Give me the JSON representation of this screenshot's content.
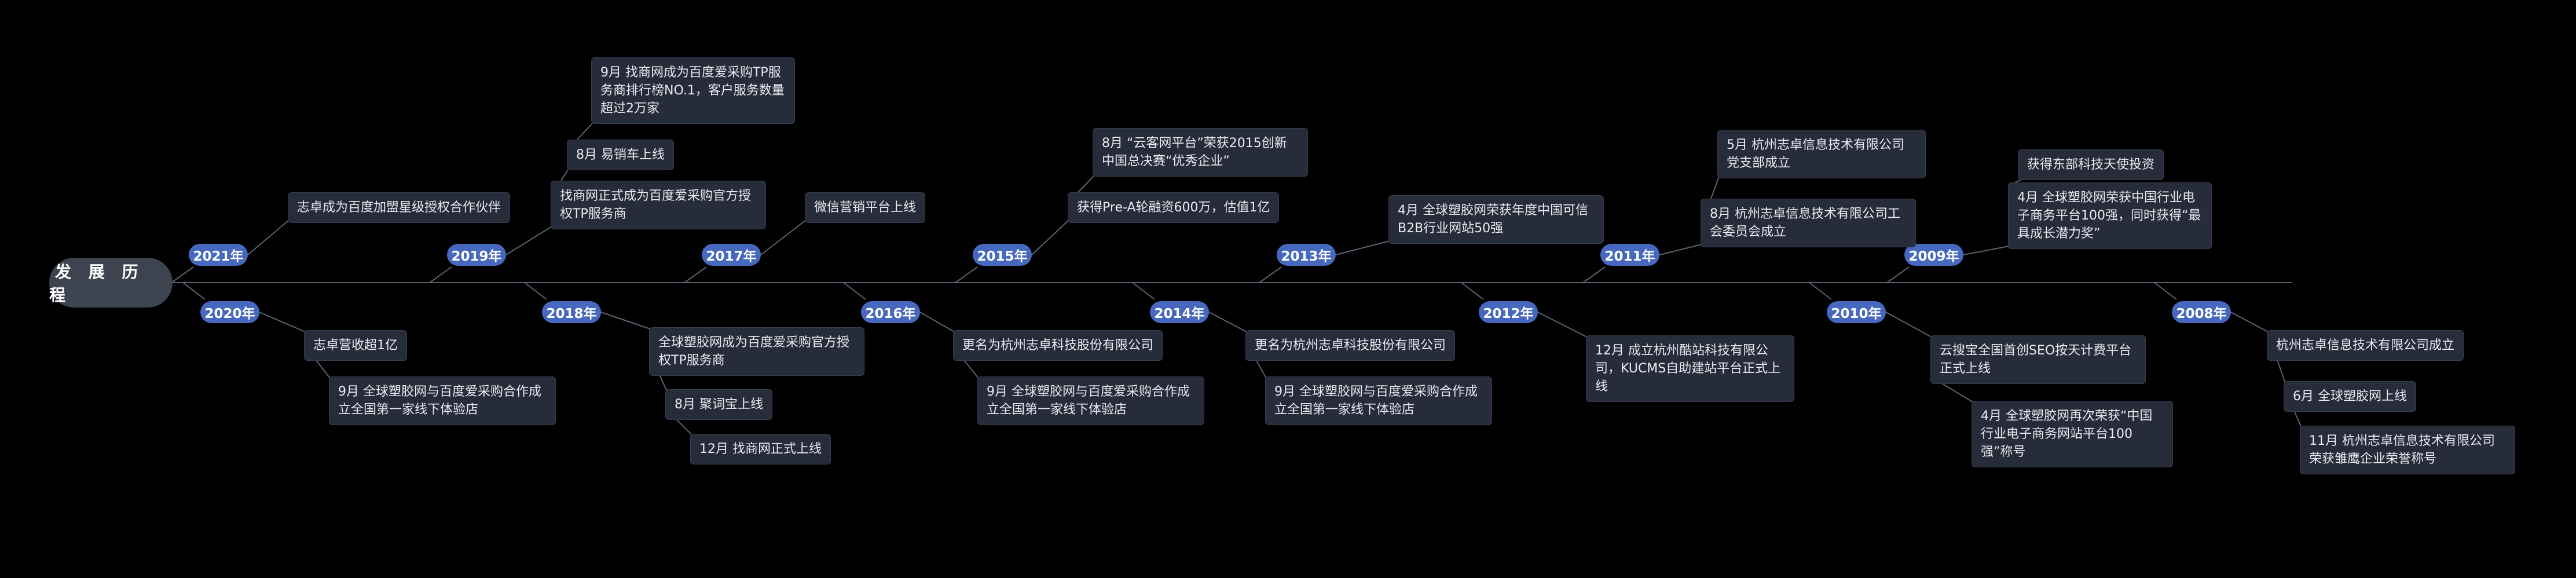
{
  "root": {
    "label": "发 展 历 程"
  },
  "colors": {
    "background": "#000000",
    "year_node": "#4668bf",
    "milestone_bg": "#272c3a",
    "connector": "#5b6170",
    "root_node_bg": "#3d4450",
    "text": "#ffffff"
  },
  "timeline": {
    "years": [
      {
        "label": "2021年",
        "items": [
          {
            "text": "志卓成为百度加盟星级授权合作伙伴"
          }
        ]
      },
      {
        "label": "2020年",
        "items": [
          {
            "text": "志卓营收超1亿"
          },
          {
            "text": "9月 全球塑胶网与百度爱采购合作成立全国第一家线下体验店"
          }
        ]
      },
      {
        "label": "2019年",
        "items": [
          {
            "text": "找商网正式成为百度爱采购官方授权TP服务商"
          },
          {
            "text": "8月 易销车上线"
          },
          {
            "text": "9月 找商网成为百度爱采购TP服务商排行榜NO.1，客户服务数量超过2万家"
          }
        ]
      },
      {
        "label": "2018年",
        "items": [
          {
            "text": "全球塑胶网成为百度爱采购官方授权TP服务商"
          },
          {
            "text": "8月 聚词宝上线"
          },
          {
            "text": "12月 找商网正式上线"
          }
        ]
      },
      {
        "label": "2017年",
        "items": [
          {
            "text": "微信营销平台上线"
          }
        ]
      },
      {
        "label": "2016年",
        "items": [
          {
            "text": "更名为杭州志卓科技股份有限公司"
          },
          {
            "text": "9月 全球塑胶网与百度爱采购合作成立全国第一家线下体验店"
          }
        ]
      },
      {
        "label": "2015年",
        "items": [
          {
            "text": "获得Pre-A轮融资600万，估值1亿"
          },
          {
            "text": "8月 “云客网平台”荣获2015创新中国总决赛“优秀企业”"
          }
        ]
      },
      {
        "label": "2014年",
        "items": [
          {
            "text": "更名为杭州志卓科技股份有限公司"
          },
          {
            "text": "9月 全球塑胶网与百度爱采购合作成立全国第一家线下体验店"
          }
        ]
      },
      {
        "label": "2013年",
        "items": [
          {
            "text": "4月 全球塑胶网荣获年度中国可信B2B行业网站50强"
          }
        ]
      },
      {
        "label": "2012年",
        "items": [
          {
            "text": "12月 成立杭州酷站科技有限公司，KUCMS自助建站平台正式上线"
          }
        ]
      },
      {
        "label": "2011年",
        "items": [
          {
            "text": "8月 杭州志卓信息技术有限公司工会委员会成立"
          },
          {
            "text": "5月 杭州志卓信息技术有限公司党支部成立"
          }
        ]
      },
      {
        "label": "2010年",
        "items": [
          {
            "text": "云搜宝全国首创SEO按天计费平台正式上线"
          },
          {
            "text": "4月 全球塑胶网再次荣获“中国行业电子商务网站平台100强”称号"
          }
        ]
      },
      {
        "label": "2009年",
        "items": [
          {
            "text": "4月 全球塑胶网荣获中国行业电子商务平台100强，同时获得“最具成长潜力奖”"
          },
          {
            "text": "获得东部科技天使投资"
          }
        ]
      },
      {
        "label": "2008年",
        "items": [
          {
            "text": "杭州志卓信息技术有限公司成立"
          },
          {
            "text": "6月 全球塑胶网上线"
          },
          {
            "text": "11月 杭州志卓信息技术有限公司荣获雏鹰企业荣誉称号"
          }
        ]
      }
    ]
  }
}
